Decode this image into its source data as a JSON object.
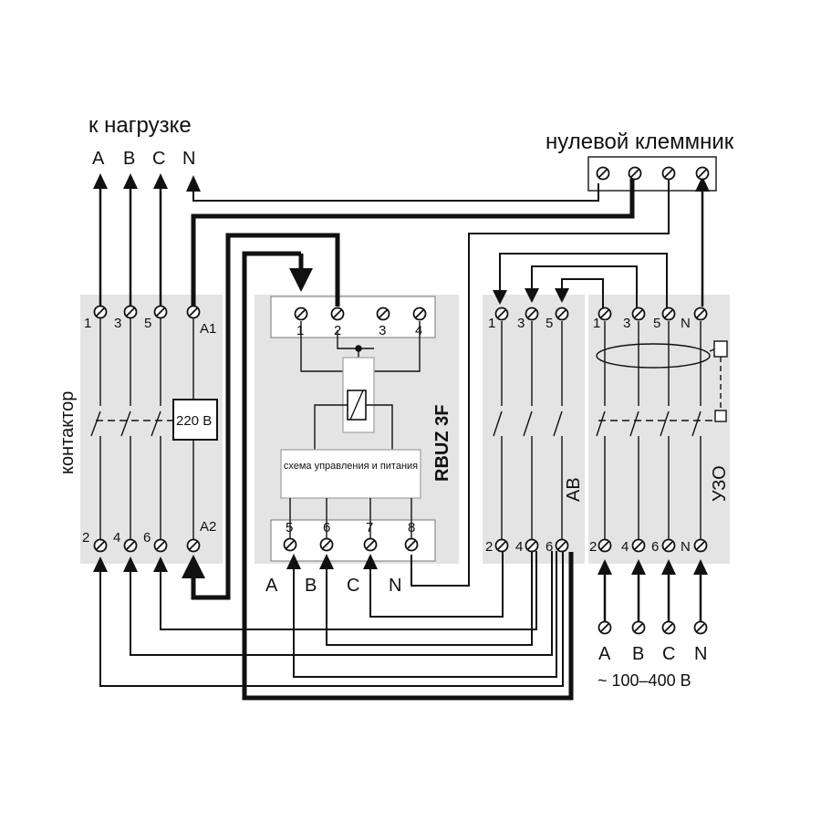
{
  "title_load": "к нагрузке",
  "title_neutral": "нулевой клеммник",
  "load_phases": [
    "A",
    "B",
    "C",
    "N"
  ],
  "contactor": {
    "label": "контактор",
    "top_nums": [
      "1",
      "3",
      "5"
    ],
    "coil_top": "A1",
    "coil_bottom": "A2",
    "coil_voltage": "220 В",
    "bottom_nums": [
      "2",
      "4",
      "6"
    ]
  },
  "relay": {
    "name": "RBUZ 3F",
    "top_nums": [
      "1",
      "2",
      "3",
      "4"
    ],
    "bottom_nums": [
      "5",
      "6",
      "7",
      "8"
    ],
    "control_box": "схема управления и питания",
    "input_phases": [
      "A",
      "B",
      "C",
      "N"
    ]
  },
  "breaker": {
    "label": "АВ",
    "top_nums": [
      "1",
      "3",
      "5"
    ],
    "bottom_nums": [
      "2",
      "4",
      "6"
    ]
  },
  "rcd": {
    "label": "УЗО",
    "top_nums": [
      "1",
      "3",
      "5",
      "N"
    ],
    "bottom_nums": [
      "2",
      "4",
      "6",
      "N"
    ]
  },
  "supply": {
    "phases": [
      "A",
      "B",
      "C",
      "N"
    ],
    "voltage": "~ 100–400 В"
  },
  "colors": {
    "panel": "#e4e4e4",
    "wire": "#111111"
  }
}
